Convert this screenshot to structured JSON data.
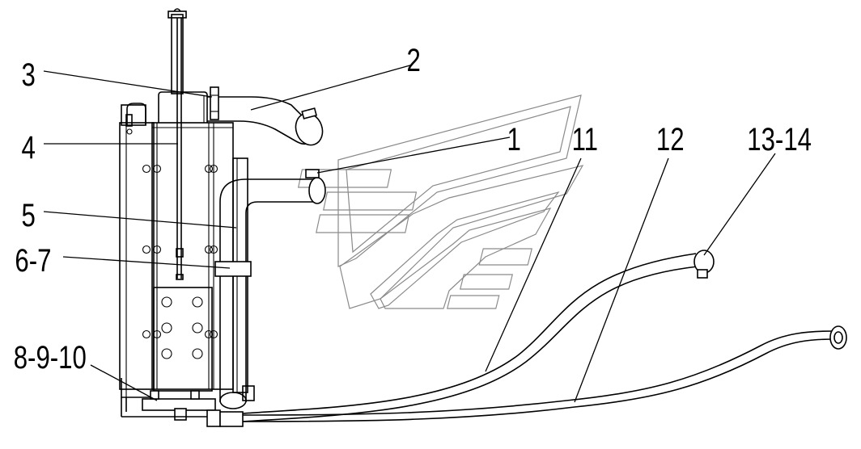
{
  "diagram": {
    "callouts": [
      {
        "id": "c1",
        "text": "1"
      },
      {
        "id": "c2",
        "text": "2"
      },
      {
        "id": "c3",
        "text": "3"
      },
      {
        "id": "c4",
        "text": "4"
      },
      {
        "id": "c5",
        "text": "5"
      },
      {
        "id": "c6",
        "text": "6-7"
      },
      {
        "id": "c8",
        "text": "8-9-10"
      },
      {
        "id": "c11",
        "text": "11"
      },
      {
        "id": "c12",
        "text": "12"
      },
      {
        "id": "c13",
        "text": "13-14"
      }
    ]
  }
}
